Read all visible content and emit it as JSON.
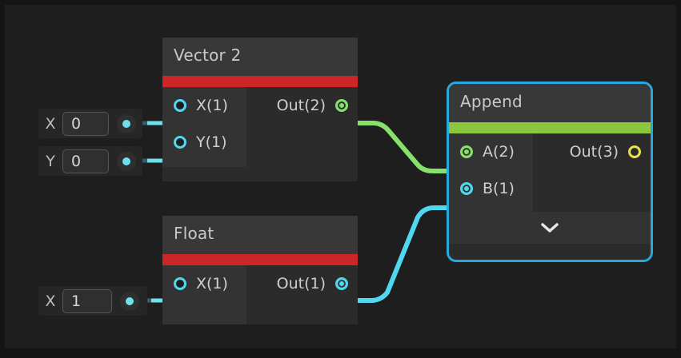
{
  "canvas": {
    "background": "#1e1e1e",
    "border_color": "#141414"
  },
  "colors": {
    "wire_green": "#86e06a",
    "wire_cyan": "#4fd8f0",
    "accent_red": "#cc2626",
    "accent_green": "#8cc63f",
    "selection_blue": "#29a8e0",
    "port_yellow": "#e8e14a",
    "node_body": "#2b2b2b",
    "node_header": "#383838",
    "input_column": "#333333",
    "text": "#cfcfcf"
  },
  "nodes": [
    {
      "id": "vector2",
      "title": "Vector 2",
      "accent": "#cc2626",
      "selected": false,
      "inputs": [
        {
          "label": "X(1)",
          "port": "hollow-cyan"
        },
        {
          "label": "Y(1)",
          "port": "hollow-cyan"
        }
      ],
      "outputs": [
        {
          "label": "Out(2)",
          "port": "fill-green"
        }
      ]
    },
    {
      "id": "float",
      "title": "Float",
      "accent": "#cc2626",
      "selected": false,
      "inputs": [
        {
          "label": "X(1)",
          "port": "hollow-cyan"
        }
      ],
      "outputs": [
        {
          "label": "Out(1)",
          "port": "fill-cyan"
        }
      ]
    },
    {
      "id": "append",
      "title": "Append",
      "accent": "#8cc63f",
      "selected": true,
      "inputs": [
        {
          "label": "A(2)",
          "port": "fill-green"
        },
        {
          "label": "B(1)",
          "port": "fill-cyan"
        }
      ],
      "outputs": [
        {
          "label": "Out(3)",
          "port": "hollow-yellow"
        }
      ],
      "expander_icon": "chevron-down-icon"
    }
  ],
  "widgets": [
    {
      "id": "vector2-x",
      "label": "X",
      "value": "0",
      "dot": "#6fe0ee"
    },
    {
      "id": "vector2-y",
      "label": "Y",
      "value": "0",
      "dot": "#6fe0ee"
    },
    {
      "id": "float-x",
      "label": "X",
      "value": "1",
      "dot": "#6fe0ee"
    }
  ],
  "connections": [
    {
      "id": "vector2-out-to-append-a",
      "from": "Out(2)",
      "to": "A(2)",
      "color": "#86e06a"
    },
    {
      "id": "float-out-to-append-b",
      "from": "Out(1)",
      "to": "B(1)",
      "color": "#4fd8f0"
    },
    {
      "id": "widget-x-to-vector2-x",
      "from": "X",
      "to": "X(1)",
      "color": "#6fe0ee"
    },
    {
      "id": "widget-y-to-vector2-y",
      "from": "Y",
      "to": "Y(1)",
      "color": "#6fe0ee"
    },
    {
      "id": "widget-x-to-float-x",
      "from": "X",
      "to": "X(1)",
      "color": "#6fe0ee"
    }
  ]
}
